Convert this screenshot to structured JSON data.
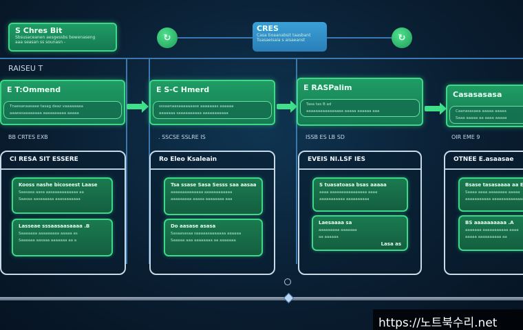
{
  "top": {
    "start_box": {
      "title": "S Chres Bit",
      "lines": [
        "Sbsusaceanen aesgessbs bewenaseng",
        "aaa seasan ss sounasn -"
      ]
    },
    "start_node_icon": "refresh-icon",
    "center_box": {
      "title": "CRES",
      "lines": [
        "Casa tioaanabsit taasbant",
        "Tuasaeisaia s aisaeanst"
      ]
    },
    "end_node_icon": "refresh-icon",
    "section_label": "RAISEU T"
  },
  "stages": [
    {
      "title": "E T:Ommend",
      "inner": [
        "Tnaesanaasaae tasag daaz vaaaaaaaa",
        "aaaeasaaaaaaaa aaaaaaaaaa aaaaa"
      ],
      "label": "BB CRTES EXB",
      "panel": {
        "title": "CI RESA SIT ESSERE",
        "cards": [
          {
            "title": "Kooss nashe bicoseest Laase",
            "lines": [
              "Saasaea aasa aasaaaaaaaaaaa aa",
              "Saasaa  aasaaaaaa aaasaaaaaaa"
            ]
          },
          {
            "title": "Lasseae sssaasaasaaaa .B",
            "lines": [
              "Saaaaaaa aaaaaaaaa aaaaa as",
              "Saaaaaa aasaaa  aaaaaaa aa a"
            ]
          }
        ]
      }
    },
    {
      "title": "E S-C Hmerd",
      "inner": [
        "sssaanaasaaaaaaase aaaaaaas aaaaaa",
        "aaaaaaa saaaaaaaaaa aaaaaaaaaaa"
      ],
      "label": ". SSCSE SSLRE IS",
      "panel": {
        "title": "Ro Eleo Ksaleain",
        "cards": [
          {
            "title": "Tsa ssase Sasa Sesss saa aasaae",
            "lines": [
              "aaaaaaaaaaaaaa aaaaaaaaaaaa",
              "aaaaaaaaa aaaaa aaaaaaaa aaa"
            ]
          },
          {
            "title": "Do aasase asasa",
            "lines": [
              "Sasaasasaa saaaaasaaaaaaa aaaaaa",
              "Saaaaa aaa aaaaaaaa aa aaaaaaa"
            ]
          }
        ]
      }
    },
    {
      "title": "E RASPalim",
      "inner": [
        "Tasa tas B ad",
        "aaaaaaaaaaaaaaaa aaaaa aaaaaa aaa"
      ],
      "label": "ISSB ES LB SD",
      "panel": {
        "title": "EVEIS NI.LSF IES",
        "cards": [
          {
            "title": "S tuasatoasa bsas aaaaa",
            "lines": [
              "aaaa aaaaaaaaaaaaaaaa aaaa",
              "aaaaaaaaaaa aaaaaaaaaa"
            ]
          },
          {
            "title": "Laesaaaa sa",
            "lines": [
              "aaaaaaaaa aaaaaaa",
              "aa aaaaaa"
            ],
            "badge": "Lasa as"
          }
        ]
      }
    },
    {
      "title": "Casasasasa",
      "inner": [
        "Caanasasaea aaaaa aaaaa",
        "Saaa aaaaa aa aaaa aaaaa"
      ],
      "label": "OIR EME 9",
      "panel": {
        "title": "OTNEE E.asaasae",
        "cards": [
          {
            "title": "Bsase tasasaaaa aa Ea",
            "lines": [
              "Saaaa aaaa aaaaaaaa aaaaa",
              "aaaaaaaaaaa aaaaaaaaaaaaaa"
            ]
          },
          {
            "title": "BS aaaaaaaaaa .A",
            "lines": [
              "aaaaaaa aaaaaaaaaaa aaaa",
              "aaaaa aaaaaaaaaa aa"
            ]
          }
        ]
      }
    }
  ],
  "timeline": {
    "marker_icon": "diamond-icon",
    "node_icon": "clock-icon"
  },
  "watermark": "https://노트북수리.net",
  "colors": {
    "accent_green": "#3fd889",
    "card_green": "#1a7a4f",
    "accent_blue": "#3aa0d6",
    "background": "#0a1f33"
  }
}
